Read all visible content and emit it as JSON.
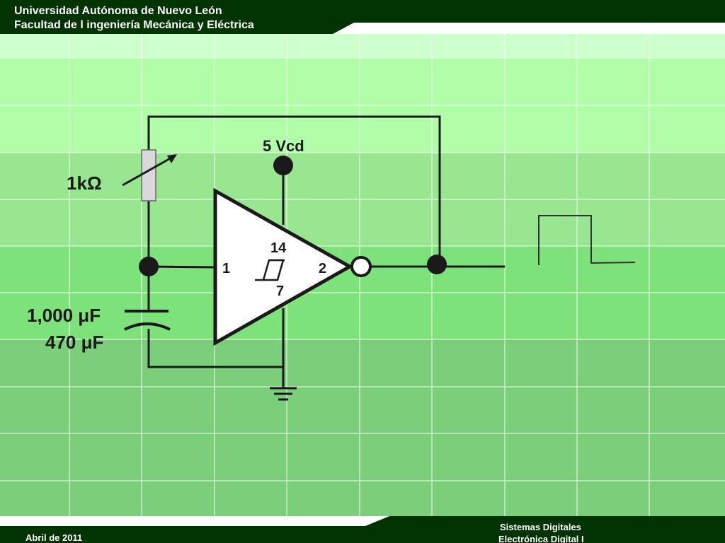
{
  "header": {
    "university": "Universidad Autónoma de Nuevo León",
    "faculty": "Facultad de l ingeniería Mecánica y Eléctrica"
  },
  "footer": {
    "date": "Abril de 2011",
    "course": "Sistemas Digitales",
    "subject": "Electrónica Digital I"
  },
  "circuit": {
    "supply_label": "5 Vcd",
    "resistor_label": "1kΩ",
    "capacitor_label_1": "1,000 μF",
    "capacitor_label_2": "470 μF",
    "pin_input": "1",
    "pin_output": "2",
    "pin_vcc": "14",
    "pin_gnd": "7"
  },
  "colors": {
    "header_bg": "#003300",
    "band_light": "#ccffcc",
    "band_mid": "#b0ffa8",
    "band_green": "#98e690",
    "band_bright": "#7ee27a",
    "band_deep": "#7ccf7a",
    "wire": "#1a1a1a"
  }
}
